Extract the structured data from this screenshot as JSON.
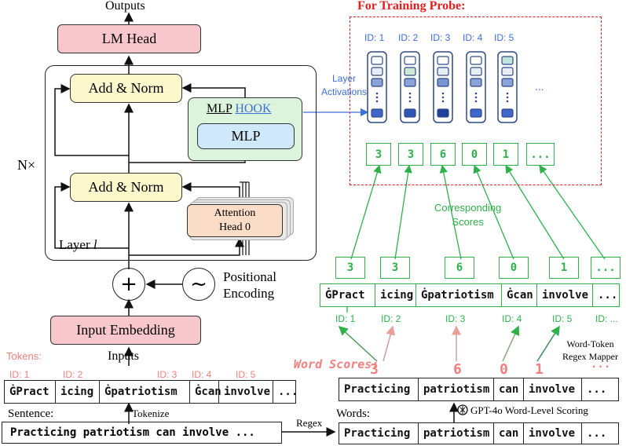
{
  "outputs_label": "Outputs",
  "lm_head": "LM Head",
  "add_norm_top": "Add & Norm",
  "mlp_hook_mlp": "MLP",
  "mlp_hook_hook": "HOOK",
  "mlp": "MLP",
  "add_norm_bottom": "Add & Norm",
  "attention_line1": "Attention",
  "attention_line2": "Head 0",
  "n_times": "N×",
  "layer_label": "Layer",
  "layer_var": "l",
  "plus": "+",
  "tilde": "~",
  "positional_encoding_line1": "Positional",
  "positional_encoding_line2": "Encoding",
  "input_embedding": "Input Embedding",
  "inputs_label": "Inputs",
  "tokens_label": "Tokens:",
  "token_ids": [
    "ID: 1",
    "ID: 2",
    "ID: 3",
    "ID: 4",
    "ID: 5"
  ],
  "tokens": [
    "ĠPract",
    "icing",
    "Ġpatriotism",
    "Ġcan",
    "involve",
    "..."
  ],
  "sentence_label": "Sentence:",
  "sentence": "Practicing patriotism can involve ...",
  "tokenize_label": "Tokenize",
  "regex_label": "Regex",
  "words_label": "Words:",
  "words": [
    "Practicing",
    "patriotism",
    "can",
    "involve",
    "..."
  ],
  "gpt_scoring_label": "GPT-4o Word-Level Scoring",
  "word_scores_label": "Word Scores:",
  "word_scores": [
    "3",
    "6",
    "0",
    "1",
    "..."
  ],
  "mapper_line1": "Word-Token",
  "mapper_line2": "Regex Mapper",
  "mapped_ids": [
    "ID: 1",
    "ID: 2",
    "ID: 3",
    "ID: 4",
    "ID: 5",
    "ID: ..."
  ],
  "mapped_tokens": [
    "ĠPract",
    "icing",
    "Ġpatriotism",
    "Ġcan",
    "involve",
    "..."
  ],
  "token_scores": [
    "3",
    "3",
    "6",
    "0",
    "1",
    "..."
  ],
  "corresponding_line1": "Corresponding",
  "corresponding_line2": "Scores",
  "layer_activations_line1": "Layer",
  "layer_activations_line2": "Activations",
  "probe_title": "For Training Probe:",
  "probe_ids": [
    "ID: 1",
    "ID: 2",
    "ID: 3",
    "ID: 4",
    "ID: 5"
  ],
  "probe_ellipsis": "...",
  "probe_scores": [
    "3",
    "3",
    "6",
    "0",
    "1",
    "..."
  ],
  "colors": {
    "green": "#2eb04a",
    "blue": "#3d6fd6",
    "red": "#e02020",
    "pink": "#f08080",
    "navy": "#2f4a8a"
  }
}
